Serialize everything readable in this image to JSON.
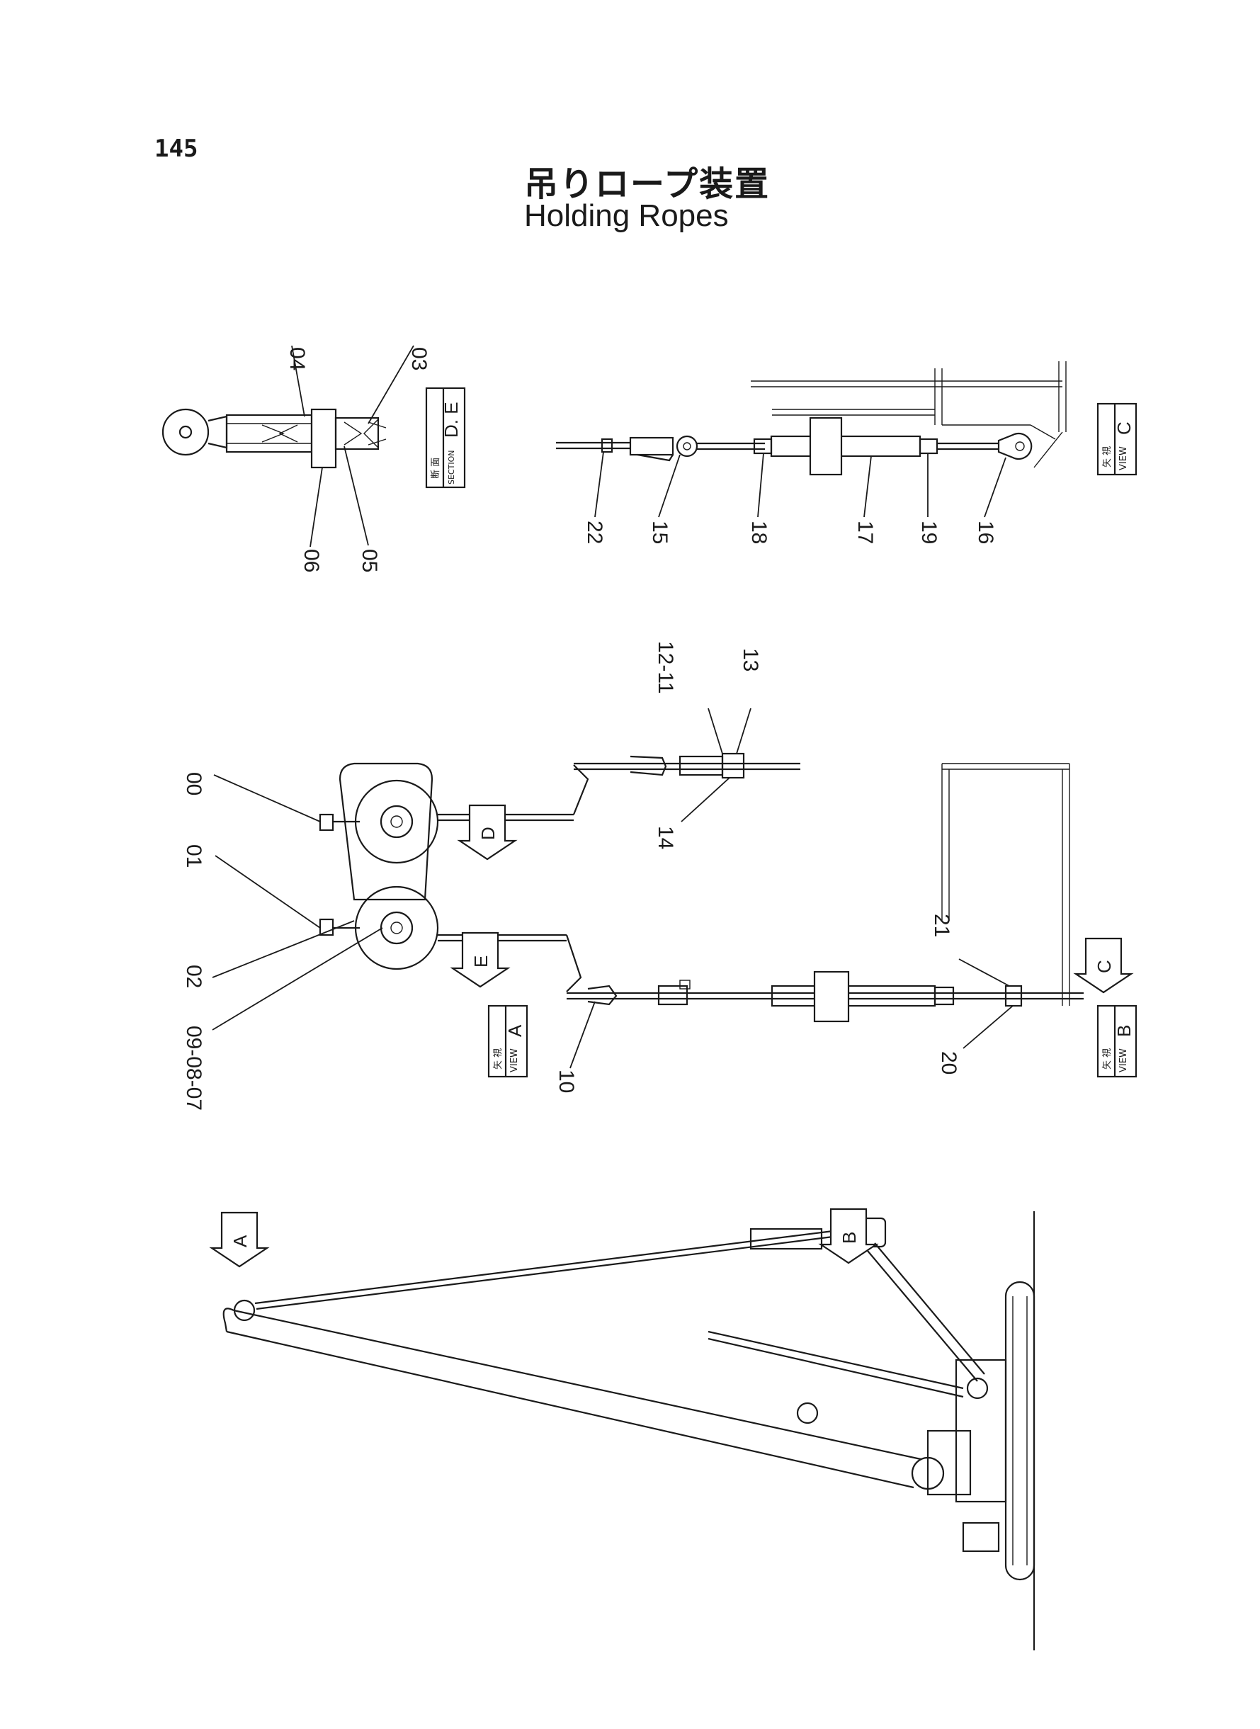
{
  "page": {
    "number": "145"
  },
  "title": {
    "japanese": "吊りロープ装置",
    "english": "Holding Ropes"
  },
  "view_tags": {
    "section_de": {
      "top": "断 面",
      "bottom": "SECTION",
      "letter": "D. E"
    },
    "view_c": {
      "top": "矢 視",
      "bottom": "VIEW",
      "letter": "C"
    },
    "view_a": {
      "top": "矢 視",
      "bottom": "VIEW",
      "letter": "A"
    },
    "view_b": {
      "top": "矢 視",
      "bottom": "VIEW",
      "letter": "B"
    }
  },
  "view_arrows": {
    "a": "A",
    "b": "B",
    "c": "C",
    "d": "D",
    "e": "E"
  },
  "part_labels": {
    "p00": "00",
    "p01": "01",
    "p02": "02",
    "p03": "03",
    "p04": "04",
    "p05": "05",
    "p06": "06",
    "p090807": "09-08-07",
    "p10": "10",
    "p1211": "12-11",
    "p13": "13",
    "p14": "14",
    "p15": "15",
    "p16": "16",
    "p17": "17",
    "p18": "18",
    "p19": "19",
    "p20": "20",
    "p21": "21",
    "p22": "22"
  }
}
